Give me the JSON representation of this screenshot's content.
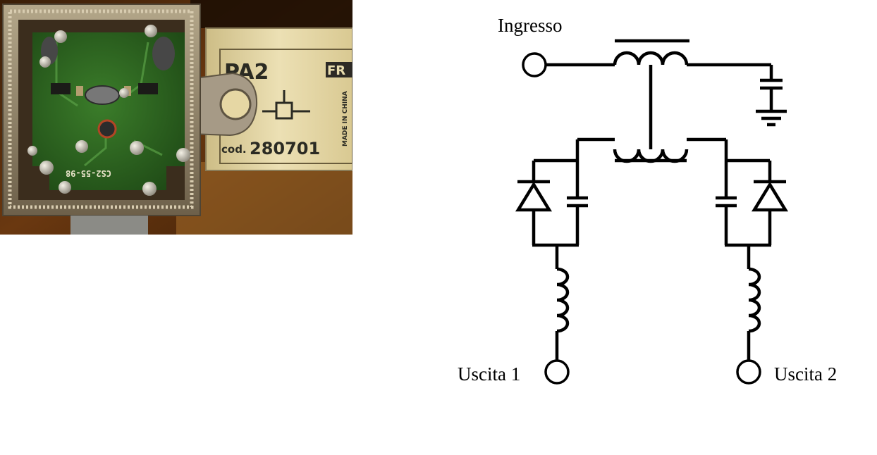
{
  "photo": {
    "label_model": "PA2",
    "label_code_prefix": "cod.",
    "label_code": "280701",
    "label_made_in": "MADE IN CHINA",
    "brand_fragment": "FR",
    "pcb_silkscreen": "CS2-55-98"
  },
  "schematic": {
    "input_label": "Ingresso",
    "output1_label": "Uscita 1",
    "output2_label": "Uscita 2"
  },
  "colors": {
    "pcb_green": "#2f6a22",
    "metal_frame": "#9a8c72",
    "label_cream": "#e8dcae",
    "background_wood": "#5a2e0c"
  }
}
